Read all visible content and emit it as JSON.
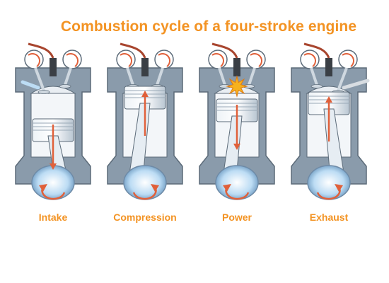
{
  "title": "Combustion cycle of a four-stroke engine",
  "colors": {
    "accent": "#f39323",
    "block": "#8a9bab",
    "block_edge": "#5c6b79",
    "steel": "#dde6ee",
    "fluid": "#bcdcf4",
    "arrow": "#e0603a",
    "wire": "#a8452e",
    "flame": "#f6b21d"
  },
  "strokes": [
    {
      "label": "Intake",
      "icon": "intake-valve-open-icon"
    },
    {
      "label": "Compression",
      "icon": "compression-icon"
    },
    {
      "label": "Power",
      "icon": "spark-explosion-icon"
    },
    {
      "label": "Exhaust",
      "icon": "exhaust-valve-open-icon"
    }
  ]
}
